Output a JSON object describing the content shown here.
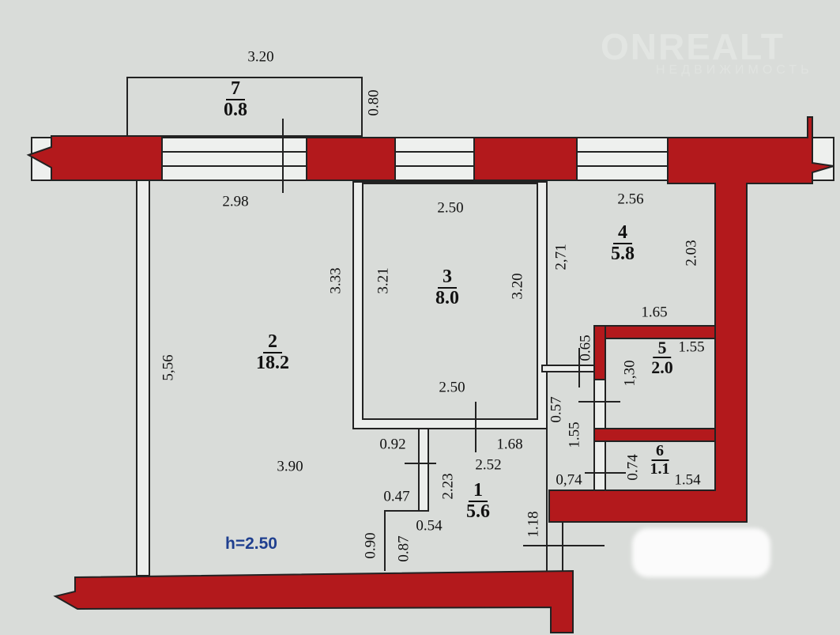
{
  "watermark": {
    "brand": "ONREALT",
    "sub": "НЕДВИЖИМОСТЬ"
  },
  "ceiling_height": "h=2.50",
  "rooms": [
    {
      "number": "1",
      "area": "5.6"
    },
    {
      "number": "2",
      "area": "18.2"
    },
    {
      "number": "3",
      "area": "8.0"
    },
    {
      "number": "4",
      "area": "5.8"
    },
    {
      "number": "5",
      "area": "2.0"
    },
    {
      "number": "6",
      "area": "1.1"
    },
    {
      "number": "7",
      "area": "0.8"
    }
  ],
  "dimensions": {
    "balcony_width": "3.20",
    "balcony_depth": "0.80",
    "r2_top": "2.98",
    "r2_left": "5,56",
    "r2_right": "3.33",
    "r2_bottom": "3.90",
    "r3_top": "2.50",
    "r3_left": "3.21",
    "r3_right": "3.20",
    "r3_bottom": "2.50",
    "r4_top": "2.56",
    "r4_left": "2,71",
    "r4_right": "2.03",
    "r4_bottom": "1.65",
    "r5_top": "1.55",
    "r5_side": "1,30",
    "r5_door": "0.65",
    "r6_side": "0.74",
    "r6_bottom": "1.54",
    "r6_door": "0,74",
    "c_092": "0.92",
    "c_168": "1.68",
    "c_252": "2.52",
    "c_057": "0.57",
    "c_155": "1.55",
    "c_047": "0.47",
    "c_223": "2.23",
    "c_054": "0.54",
    "c_118": "1.18",
    "c_090": "0.90",
    "c_087": "0.87"
  },
  "colors": {
    "wall": "#b3191c",
    "background": "#d9dcd9",
    "height_text": "#1f3f8f"
  }
}
